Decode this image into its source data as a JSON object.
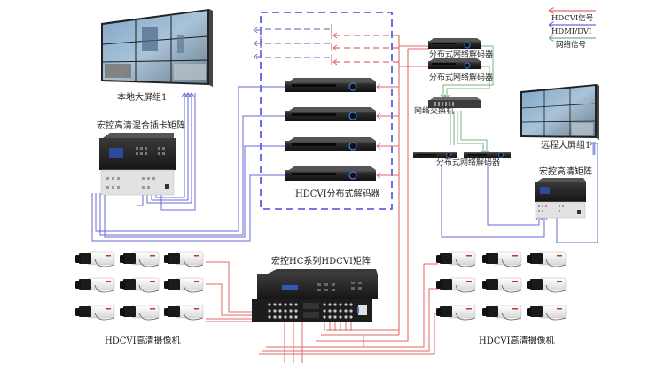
{
  "legend": {
    "items": [
      {
        "label": "HDCVI信号",
        "color": "#e06a6a"
      },
      {
        "label": "HDMI/DVI",
        "color": "#6a6ad8"
      },
      {
        "label": "网络信号",
        "color": "#6aa97a"
      }
    ]
  },
  "colors": {
    "hdcvi": "#e06a6a",
    "hdmi": "#6a6ad8",
    "network": "#79b38a",
    "dashed_box": "#4a4ae0"
  },
  "devices": {
    "local_wall": {
      "label": "本地大屏组1"
    },
    "hybrid_matrix": {
      "label": "宏控高清混合插卡矩阵"
    },
    "hdcvi_decoders": {
      "label": "HDCVI分布式解码器",
      "count": 4
    },
    "net_decoder_1": {
      "label": "分布式网络解码器"
    },
    "net_decoder_2": {
      "label": "分布式网络解码器"
    },
    "network_switch": {
      "label": "网络交换机"
    },
    "net_decoder_pair": {
      "label": "分布式网络解码器"
    },
    "remote_wall": {
      "label": "远程大屏组1"
    },
    "remote_matrix": {
      "label": "宏控高清矩阵"
    },
    "hc_matrix": {
      "label": "宏控HC系列HDCVI矩阵"
    },
    "cameras_left": {
      "label": "HDCVI高清摄像机",
      "count": 9
    },
    "cameras_right": {
      "label": "HDCVI高清摄像机",
      "count": 9
    }
  }
}
